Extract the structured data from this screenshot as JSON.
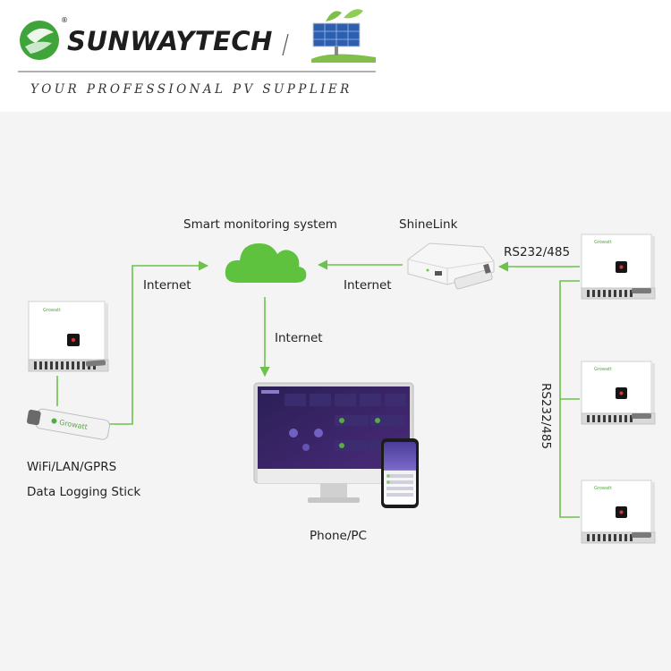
{
  "header": {
    "brand": "SUNWAYTECH",
    "registered": "®",
    "tagline": "YOUR PROFESSIONAL PV SUPPLIER"
  },
  "diagram": {
    "cloud_label": "Smart monitoring system",
    "shinelink_label": "ShineLink",
    "rs232_top_label": "RS232/485",
    "rs232_vertical_label": "RS232/485",
    "internet_left": "Internet",
    "internet_right": "Internet",
    "internet_down": "Internet",
    "stick_label_line1": "WiFi/LAN/GPRS",
    "stick_label_line2": "Data Logging Stick",
    "devices_label": "Phone/PC",
    "inverter_brand": "Growatt"
  },
  "colors": {
    "line_green": "#6cc24a",
    "cloud_green": "#5fc23f",
    "brand_green": "#3fa53a"
  }
}
